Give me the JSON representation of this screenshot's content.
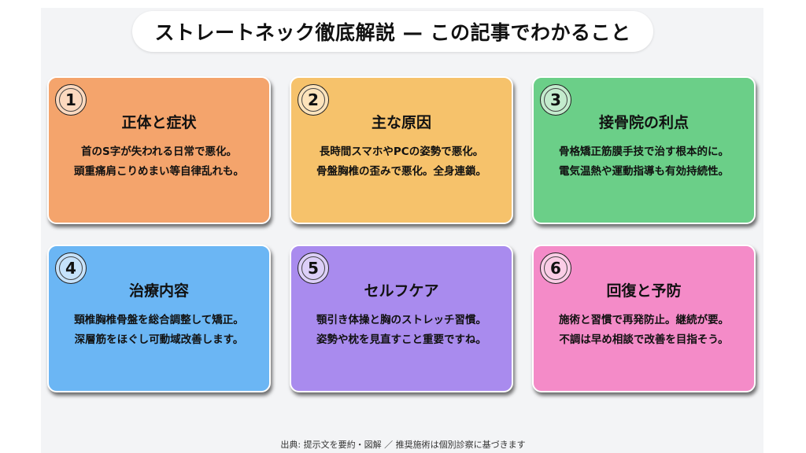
{
  "title": "ストレートネック徹底解説 — この記事でわかること",
  "cards": [
    {
      "num": "1",
      "title": "正体と症状",
      "lines": [
        "首のS字が失われる日常で悪化。",
        "頭重痛肩こりめまい等自律乱れも。"
      ],
      "color": "#f4a46c",
      "badge": "#fcd9bf"
    },
    {
      "num": "2",
      "title": "主な原因",
      "lines": [
        "長時間スマホやPCの姿勢で悪化。",
        "骨盤胸椎の歪みで悪化。全身連鎖。"
      ],
      "color": "#f6c26b",
      "badge": "#fde3bb"
    },
    {
      "num": "3",
      "title": "接骨院の利点",
      "lines": [
        "骨格矯正筋膜手技で治す根本的に。",
        "電気温熱や運動指導も有効持続性。"
      ],
      "color": "#6bcf88",
      "badge": "#c3ebcd"
    },
    {
      "num": "4",
      "title": "治療内容",
      "lines": [
        "頸椎胸椎骨盤を総合調整して矯正。",
        "深層筋をほぐし可動域改善します。"
      ],
      "color": "#6bb6f4",
      "badge": "#c6e2fb"
    },
    {
      "num": "5",
      "title": "セルフケア",
      "lines": [
        "顎引き体操と胸のストレッチ習慣。",
        "姿勢や枕を見直すこと重要ですね。"
      ],
      "color": "#a98bee",
      "badge": "#dccff8"
    },
    {
      "num": "6",
      "title": "回復と予防",
      "lines": [
        "施術と習慣で再発防止。継続が要。",
        "不調は早め相談で改善を目指そう。"
      ],
      "color": "#f48bc8",
      "badge": "#fbcde6"
    }
  ],
  "footer": "出典: 提示文を要約・図解 ／ 推奨施術は個別診察に基づきます"
}
